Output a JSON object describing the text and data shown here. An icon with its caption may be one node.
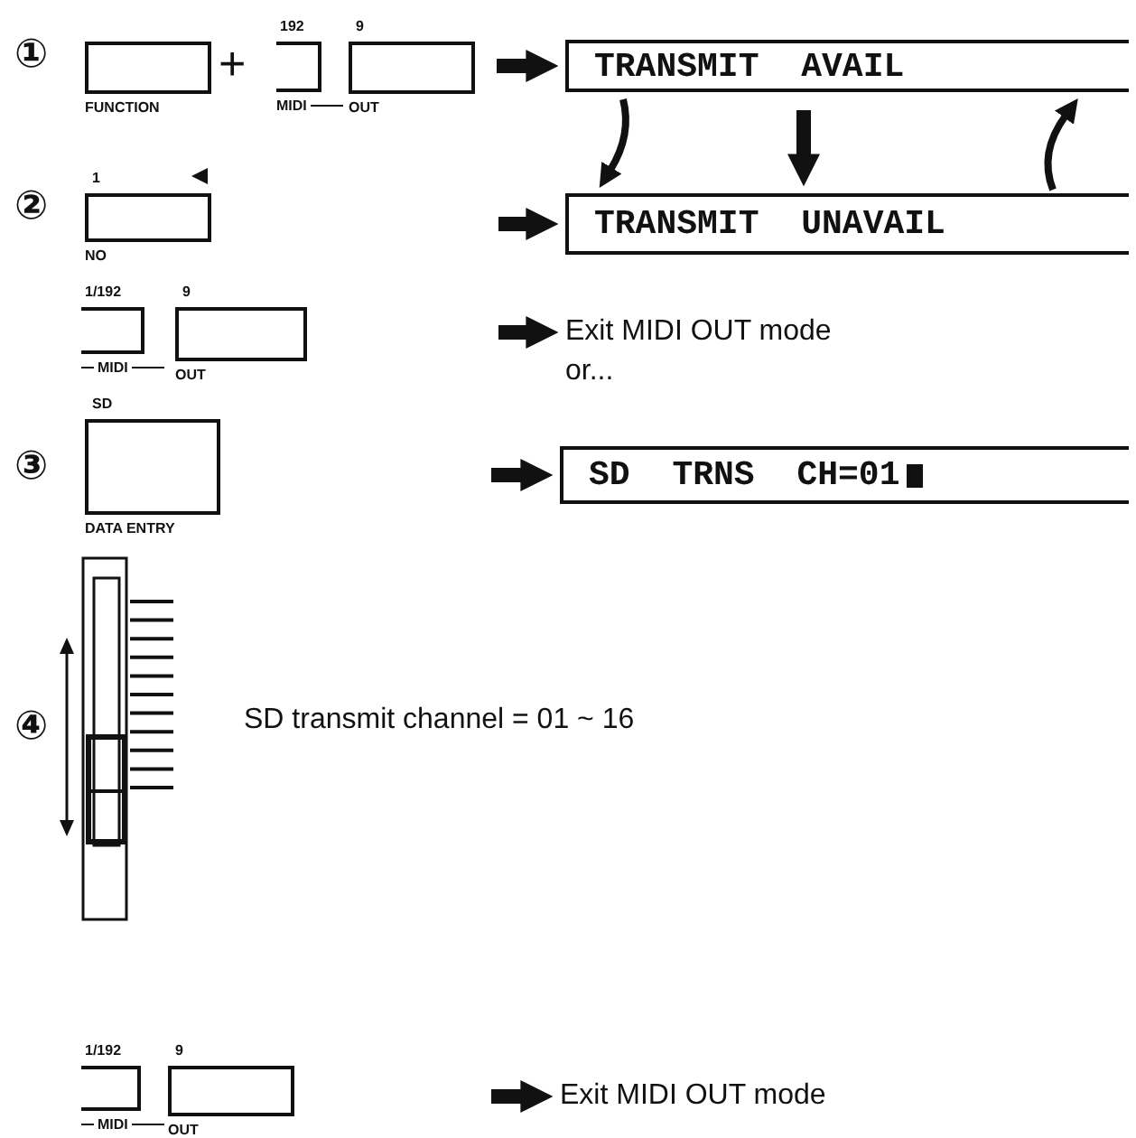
{
  "diagram": {
    "nodes": [
      {
        "text": [
          "FUNCTION"
        ]
      },
      {
        "text": [
          "192",
          "MIDI"
        ]
      },
      {
        "text": [
          "9",
          "OUT"
        ]
      },
      {
        "text": [
          "TRANSMIT AVAIL"
        ]
      },
      {
        "text": [
          "1",
          "NO"
        ]
      },
      {
        "text": [
          "TRANSMIT UNAVAIL"
        ]
      },
      {
        "text": [
          "1/192",
          "MIDI"
        ]
      },
      {
        "text": [
          "9",
          "OUT"
        ]
      },
      {
        "text": [
          "Exit MIDI OUT mode",
          "or..."
        ]
      },
      {
        "text": [
          "SD",
          "DATA ENTRY"
        ]
      },
      {
        "text": [
          "SD TRNS CH=01"
        ]
      },
      {
        "text": [
          "1/192",
          "MIDI"
        ]
      },
      {
        "text": [
          "9",
          "OUT"
        ]
      },
      {
        "text": [
          "Exit MIDI OUT mode"
        ]
      }
    ],
    "edges": [
      {
        "from": 2,
        "to": 3,
        "arrow": "to"
      },
      {
        "from": 3,
        "to": 5,
        "arrow": "to"
      },
      {
        "from": 3,
        "to": 5,
        "arrow": "to"
      },
      {
        "from": 5,
        "to": 3,
        "arrow": "to"
      },
      {
        "from": null,
        "to": 5,
        "arrow": "to"
      },
      {
        "from": null,
        "to": 8,
        "arrow": "to"
      },
      {
        "from": null,
        "to": 10,
        "arrow": "to"
      },
      {
        "from": null,
        "to": 13,
        "arrow": "to"
      }
    ],
    "labels": [
      "①",
      "②",
      "③",
      "④",
      "+",
      "SD transmit channel = 01 ~ 16"
    ]
  }
}
